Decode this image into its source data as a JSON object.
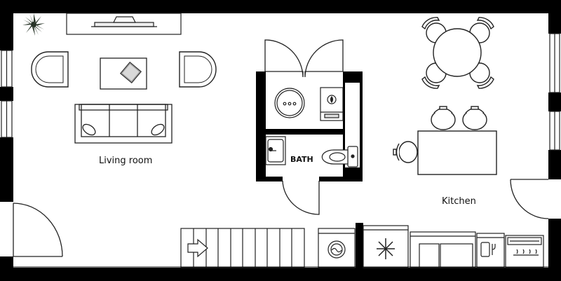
{
  "rooms": {
    "living": "Living room",
    "bath": "BATH",
    "kitchen": "Kitchen"
  },
  "colors": {
    "wall": "#000000",
    "background": "#ffffff",
    "line": "#222222",
    "plant": "#2f3b2f"
  },
  "icons": {
    "plant": "potted-plant-icon",
    "tv": "tv-icon",
    "sofa": "sofa-icon",
    "armchair": "armchair-icon",
    "table": "coffee-table-icon",
    "shower": "shower-icon",
    "boiler": "boiler-icon",
    "sink": "sink-icon",
    "toilet": "toilet-icon",
    "stairs": "stairs-icon",
    "washer": "washing-machine-icon",
    "fridge": "fridge-icon",
    "stove": "stove-icon"
  }
}
